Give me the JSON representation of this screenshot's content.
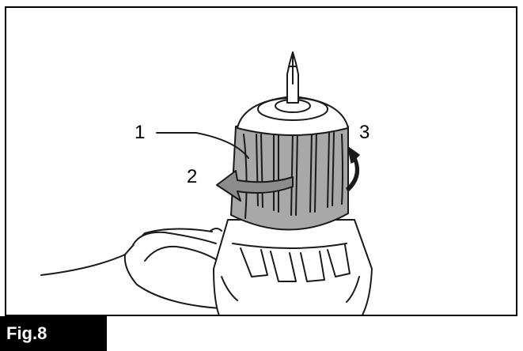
{
  "figure": {
    "label": "Fig.8",
    "callouts": {
      "c1": "1",
      "c2": "2",
      "c3": "3"
    }
  },
  "colors": {
    "sleeve_gray": "#a8a8a8",
    "arrow_gray": "#8c8c8c",
    "line": "#1a1a1a",
    "background": "#ffffff",
    "label_bg": "#000000",
    "label_text": "#ffffff"
  }
}
